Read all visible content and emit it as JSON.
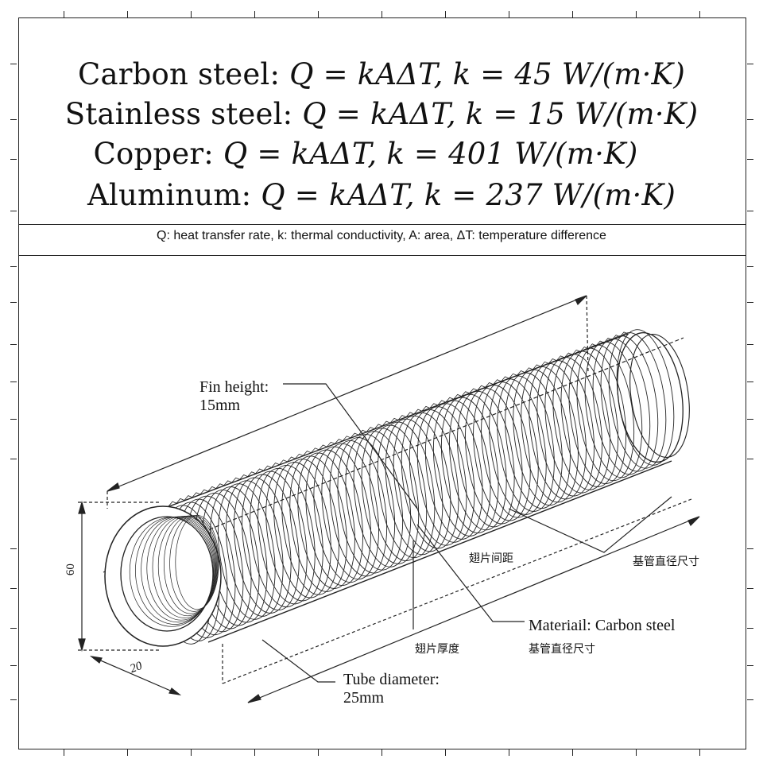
{
  "equations": [
    {
      "material": "Carbon steel:",
      "formula": "Q = kAΔT, k = 45 W/(m·K)"
    },
    {
      "material": "Stainless steel:",
      "formula": "Q = kAΔT, k = 15 W/(m·K)"
    },
    {
      "material": "Copper:",
      "formula": "Q = kAΔT, k = 401 W/(m·K)"
    },
    {
      "material": "Aluminum:",
      "formula": "Q = kAΔT, k = 237 W/(m·K)"
    }
  ],
  "legend": "Q: heat transfer rate, k: thermal conductivity, A: area, ΔT: temperature difference",
  "annotations": {
    "fin_height_label": "Fin height:",
    "fin_height_value": "15mm",
    "fin_spacing": "翅片间距",
    "base_tube_diameter_right": "基管直径尺寸",
    "material": "Materiail: Carbon steel",
    "base_tube_diameter_lower": "基管直径尺寸",
    "fin_thickness": "翅片厚度",
    "tube_diameter_label": "Tube diameter:",
    "tube_diameter_value": "25mm",
    "dim_height": "60",
    "dim_depth": "20"
  }
}
